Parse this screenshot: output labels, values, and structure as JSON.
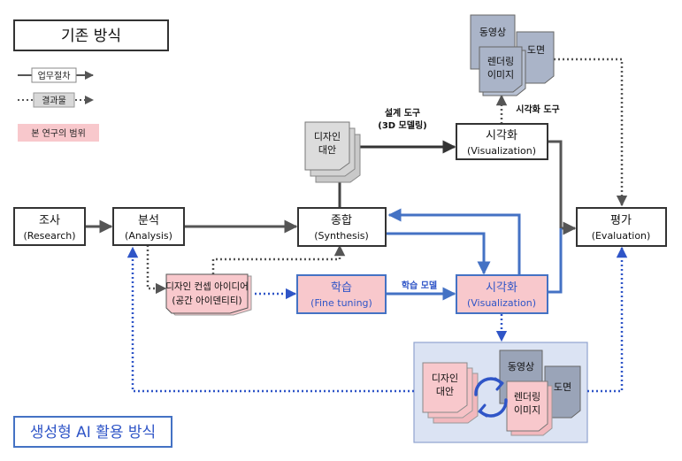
{
  "titles": {
    "conventional": "기존 방식",
    "generative": "생성형 AI 활용 방식"
  },
  "legend": {
    "process": "업무절차",
    "result": "결과물",
    "scope": "본 연구의 범위"
  },
  "nodes": {
    "research": {
      "ko": "조사",
      "en": "(Research)"
    },
    "analysis": {
      "ko": "분석",
      "en": "(Analysis)"
    },
    "synthesis": {
      "ko": "종합",
      "en": "(Synthesis)"
    },
    "visualization_top": {
      "ko": "시각화",
      "en": "(Visualization)"
    },
    "evaluation": {
      "ko": "평가",
      "en": "(Evaluation)"
    },
    "concept": {
      "line1": "디자인 컨셉 아이디어",
      "line2": "(공간 아이덴티티)"
    },
    "finetune": {
      "ko": "학습",
      "en": "(Fine tuning)"
    },
    "visualization_ai": {
      "ko": "시각화",
      "en": "(Visualization)"
    }
  },
  "docs": {
    "design_alt": {
      "line1": "디자인",
      "line2": "대안"
    },
    "video": "동영상",
    "drawing": "도면",
    "render": {
      "line1": "렌더링",
      "line2": "이미지"
    }
  },
  "edge_labels": {
    "design_tool": {
      "line1": "설계 도구",
      "line2": "(3D 모델링)"
    },
    "vis_tool": "시각화 도구",
    "learn_model": "학습 모델"
  },
  "colors": {
    "blue": "#4472c4",
    "dotted_blue": "#2f55c7",
    "pink": "#f8c8cc",
    "gray_doc": "#d6d6d6",
    "blue_doc": "#aab4c8",
    "result_bg": "#dbe3f3"
  }
}
